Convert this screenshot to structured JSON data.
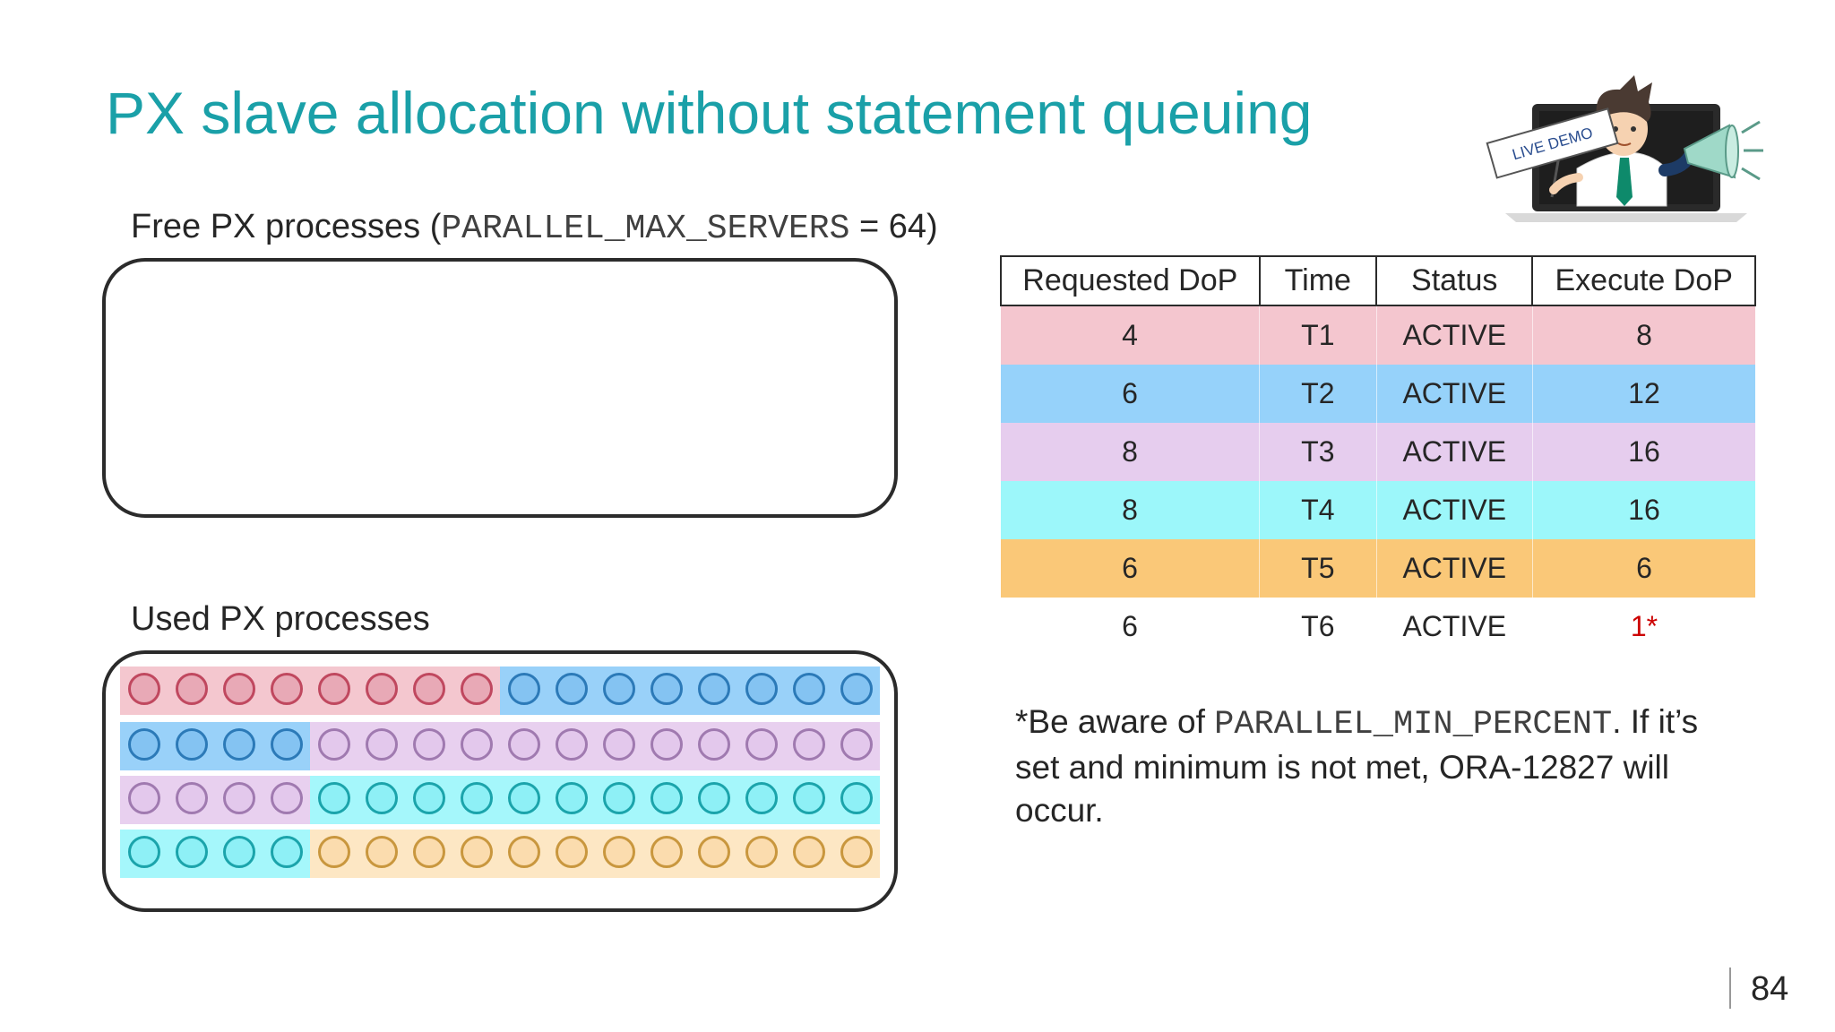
{
  "slide": {
    "title": "PX slave allocation without statement queuing",
    "page_number": "84"
  },
  "free_pool": {
    "label_prefix": "Free PX processes (",
    "label_code": "PARALLEL_MAX_SERVERS",
    "label_suffix": " = 64)"
  },
  "used_pool": {
    "label": "Used PX processes",
    "rows": [
      {
        "segments": [
          {
            "color": "pink",
            "count": 8
          },
          {
            "color": "blue",
            "count": 8
          }
        ]
      },
      {
        "segments": [
          {
            "color": "blue",
            "count": 4
          },
          {
            "color": "lavender",
            "count": 12
          }
        ]
      },
      {
        "segments": [
          {
            "color": "lavender",
            "count": 4
          },
          {
            "color": "cyan",
            "count": 12
          }
        ]
      },
      {
        "segments": [
          {
            "color": "cyan",
            "count": 4
          },
          {
            "color": "orange",
            "count": 12
          }
        ]
      }
    ]
  },
  "colors": {
    "pink": {
      "fill": "#f4c7cf",
      "circle": "#e8a9b6",
      "stroke": "#c0485f"
    },
    "blue": {
      "fill": "#99d1f9",
      "circle": "#84c3f2",
      "stroke": "#2c7ab8"
    },
    "lavender": {
      "fill": "#e8d0ef",
      "circle": "#e3c8ec",
      "stroke": "#a07ab0"
    },
    "cyan": {
      "fill": "#a5f7fb",
      "circle": "#8ef0f6",
      "stroke": "#1ba4ab"
    },
    "orange": {
      "fill": "#fde7c4",
      "circle": "#fbdcae",
      "stroke": "#c9973e"
    },
    "white": {
      "fill": "#ffffff"
    }
  },
  "table": {
    "headers": [
      "Requested DoP",
      "Time",
      "Status",
      "Execute DoP"
    ],
    "rows": [
      {
        "requested": "4",
        "time": "T1",
        "status": "ACTIVE",
        "execute": "8",
        "bg": "#f4c6cf"
      },
      {
        "requested": "6",
        "time": "T2",
        "status": "ACTIVE",
        "execute": "12",
        "bg": "#96d2fa"
      },
      {
        "requested": "8",
        "time": "T3",
        "status": "ACTIVE",
        "execute": "16",
        "bg": "#e6cdee"
      },
      {
        "requested": "8",
        "time": "T4",
        "status": "ACTIVE",
        "execute": "16",
        "bg": "#9cf7fa"
      },
      {
        "requested": "6",
        "time": "T5",
        "status": "ACTIVE",
        "execute": "6",
        "bg": "#fac878"
      },
      {
        "requested": "6",
        "time": "T6",
        "status": "ACTIVE",
        "execute": "1*",
        "bg": "#ffffff"
      }
    ]
  },
  "note": {
    "prefix": "*Be aware of ",
    "code": "PARALLEL_MIN_PERCENT",
    "suffix": ". If it’s set and minimum is not met, ORA-12827 will occur."
  },
  "demo_sign": {
    "text": "LIVE DEMO"
  }
}
